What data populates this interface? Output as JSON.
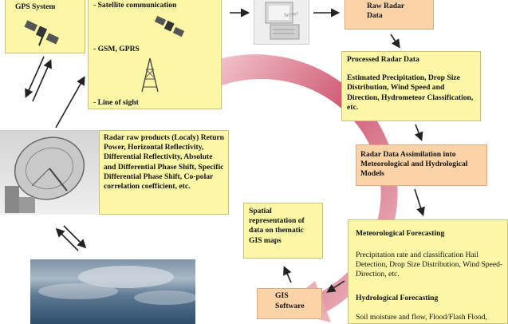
{
  "gps": {
    "title": "GPS System"
  },
  "comm": {
    "satellite": "- Satellite communication",
    "gsm": "- GSM, GPRS",
    "los": "- Line of sight"
  },
  "raw_radar": {
    "line1": "Raw Radar",
    "line2": "Data"
  },
  "server": {
    "label": "Server"
  },
  "processed": {
    "title": "Processed Radar Data",
    "body": "Estimated Precipitation, Drop Size Distribution, Wind Speed and Direction, Hydrometeor Classification, etc."
  },
  "raw_products": {
    "text": "Radar raw products (Localy) Return Power, Horizontal Reflectivity, Differential Reflectivity, Absolute and Differential Phase Shift, Specific Differential Phase Shift, Co-polar correlation coefficient, etc."
  },
  "assimilation": {
    "text": "Radar Data Assimilation into Meteorological and Hydrological Models"
  },
  "spatial": {
    "text": "Spatial representation of data on thematic GIS maps"
  },
  "gis": {
    "line1": "GIS",
    "line2": "Software"
  },
  "forecast": {
    "met_title": "Meteorological Forecasting",
    "met_body": "Precipitation rate and classification Hail Detection, Drop Size Distribution, Wind Speed-Direction, etc.",
    "hyd_title": "Hydrological Forecasting",
    "hyd_body": "Soil moisture and flow, Flood/Flash Flood,"
  },
  "colors": {
    "box_yellow": "#fbf7a6",
    "box_peach": "#fbd3a6",
    "cycle_red": "#c8415e"
  },
  "icons": [
    "satellite-icon",
    "antenna-tower-icon",
    "server-computer-icon",
    "radar-dish-icon",
    "clouds-photo"
  ]
}
